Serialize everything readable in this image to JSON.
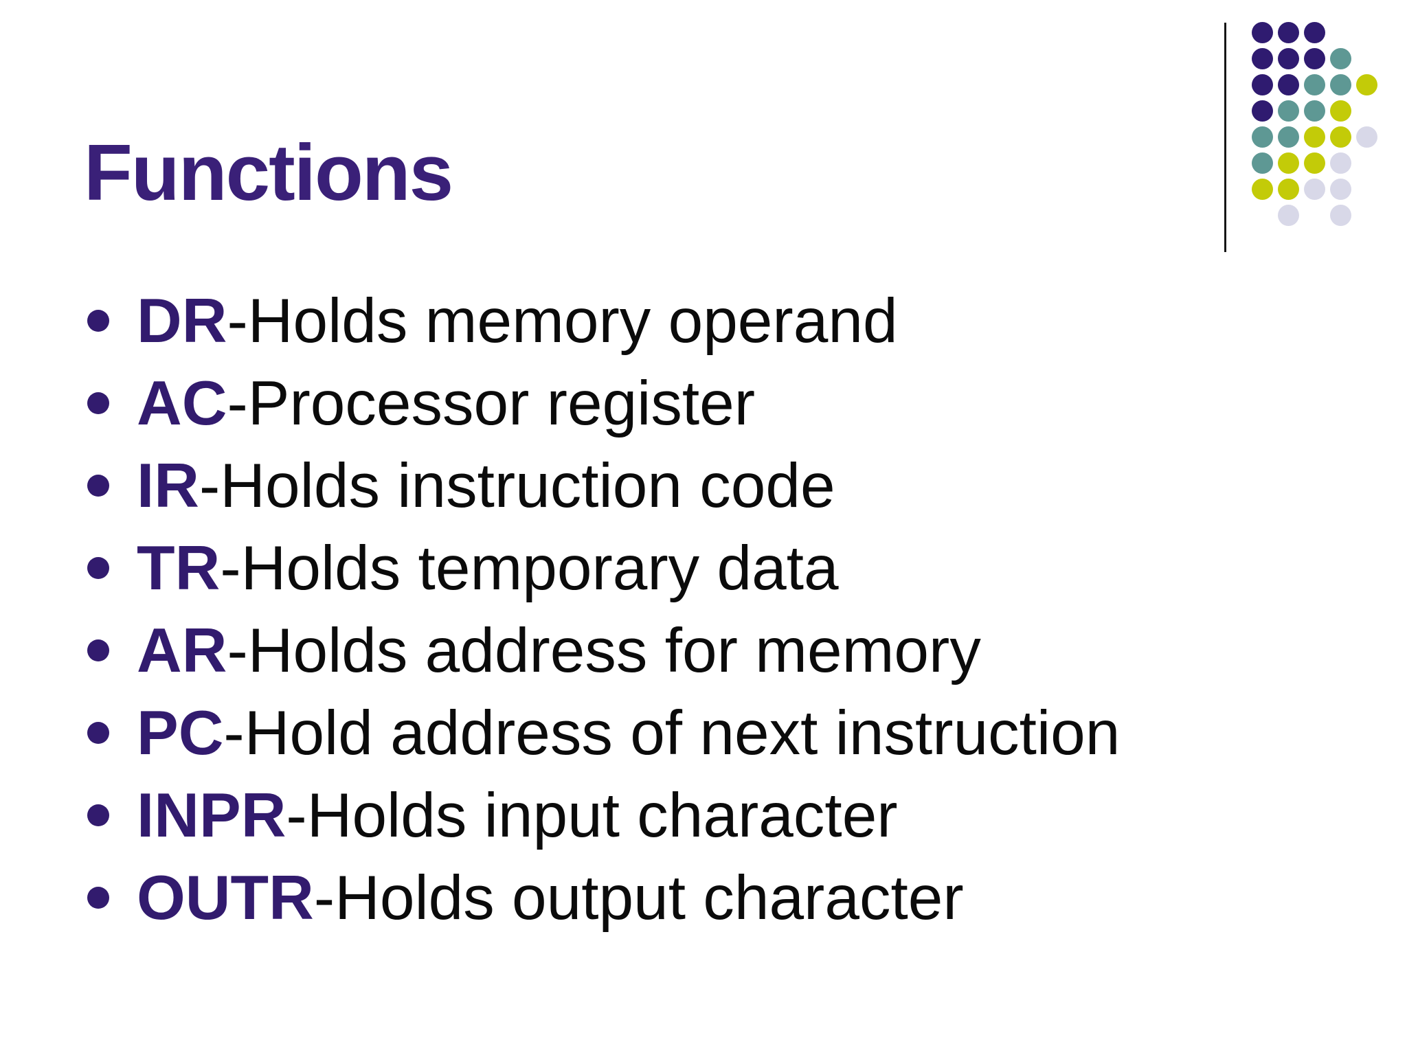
{
  "slide": {
    "title": "Functions",
    "bullets": [
      {
        "abbr": "DR",
        "desc": "-Holds memory operand"
      },
      {
        "abbr": "AC",
        "desc": "-Processor register"
      },
      {
        "abbr": "IR",
        "desc": "-Holds instruction code"
      },
      {
        "abbr": "TR",
        "desc": "-Holds temporary data"
      },
      {
        "abbr": "AR",
        "desc": "-Holds address for memory"
      },
      {
        "abbr": "PC",
        "desc": "-Hold address of next instruction"
      },
      {
        "abbr": "INPR",
        "desc": "-Holds input character"
      },
      {
        "abbr": "OUTR",
        "desc": "-Holds output character"
      }
    ]
  },
  "colors": {
    "background": "#ffffff",
    "title": "#3a2078",
    "abbr": "#321b6e",
    "body_text": "#0b0b0b",
    "divider": "#161616",
    "dot_purple": "#2f1b70",
    "dot_teal": "#5e9894",
    "dot_yellow": "#c3cb08",
    "dot_lavender": "#d8d8e8"
  },
  "decoration": {
    "dot_grid_rows": [
      "PPP..",
      "PPPT.",
      "PPTTY",
      "PTTY.",
      "TTYYL",
      "TYYL.",
      "YYLL.",
      ".L.L."
    ],
    "dot_legend": {
      "P": "dot_purple",
      "T": "dot_teal",
      "Y": "dot_yellow",
      "L": "dot_lavender"
    },
    "cell_size": 38,
    "dot_size": 31
  }
}
